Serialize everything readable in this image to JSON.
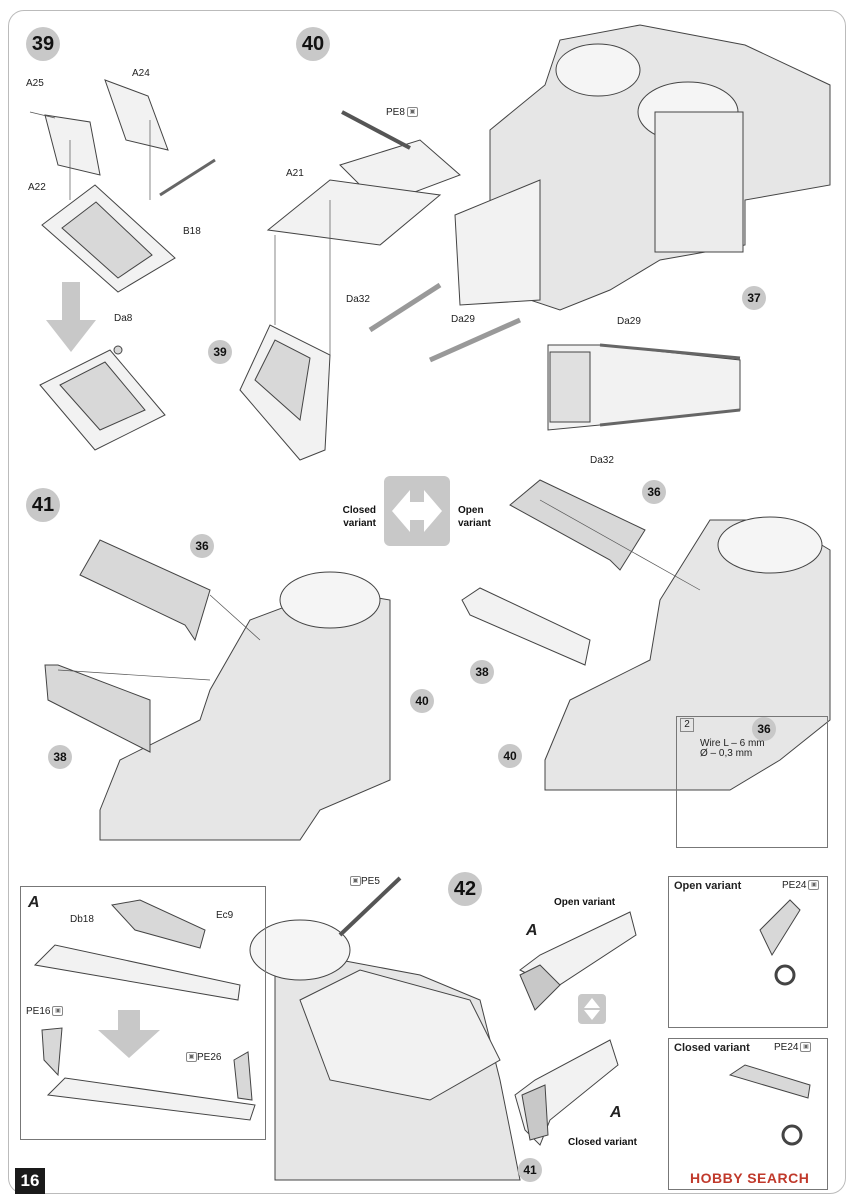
{
  "page": {
    "number": "16"
  },
  "steps": {
    "s39": "39",
    "s40": "40",
    "s41": "41",
    "s42": "42"
  },
  "refs": {
    "r37": "37",
    "r39": "39",
    "r36a": "36",
    "r36b": "36",
    "r36c": "36",
    "r38a": "38",
    "r38b": "38",
    "r40a": "40",
    "r40b": "40",
    "r41": "41"
  },
  "parts": {
    "A25": "A25",
    "A24": "A24",
    "A22": "A22",
    "B18": "B18",
    "Da8": "Da8",
    "PE8": "PE8",
    "A21": "A21",
    "Da32a": "Da32",
    "Da29a": "Da29",
    "Da29b": "Da29",
    "Da32b": "Da32",
    "Db18": "Db18",
    "Ec9": "Ec9",
    "PE16": "PE16",
    "PE26": "PE26",
    "PE5": "PE5",
    "PE24a": "PE24",
    "PE24b": "PE24"
  },
  "variants": {
    "closed_variant": "Closed variant",
    "open_variant": "Open variant",
    "s42_open": "Open variant",
    "s42_closed": "Closed variant",
    "box_open": "Open variant",
    "box_closed": "Closed variant"
  },
  "subassembly": {
    "A_top": "A",
    "A_open": "A",
    "A_closed": "A"
  },
  "wire_note": {
    "icon": "2",
    "line1": "Wire L – 6 mm",
    "line2": "Ø – 0,3 mm"
  },
  "watermark": "HOBBY SEARCH"
}
